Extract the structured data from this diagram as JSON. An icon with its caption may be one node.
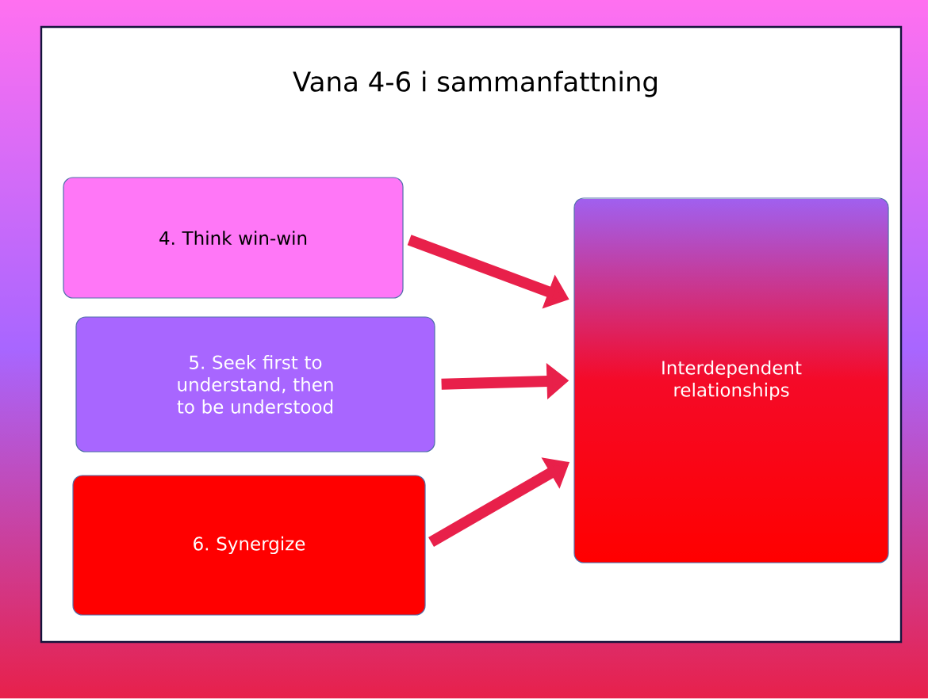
{
  "diagram": {
    "title": "Vana 4-6 i sammanfattning",
    "nodes": [
      {
        "text": [
          "4. Think win-win"
        ]
      },
      {
        "text": [
          "5. Seek first to understand, then to be understood"
        ]
      },
      {
        "text": [
          "6. Synergize"
        ]
      },
      {
        "text": [
          "Interdependent relationships"
        ]
      }
    ],
    "edges": [
      {
        "from": 0,
        "to": 3,
        "arrow": "to"
      },
      {
        "from": 1,
        "to": 3,
        "arrow": "to"
      },
      {
        "from": 2,
        "to": 3,
        "arrow": "to"
      }
    ]
  }
}
